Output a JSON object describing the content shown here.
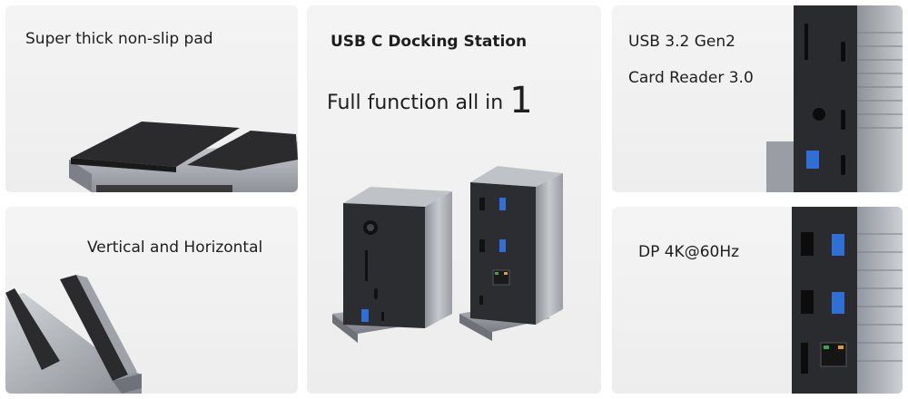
{
  "panels": {
    "pad": {
      "caption": "Super thick non-slip pad"
    },
    "vertical": {
      "caption": "Vertical and Horizontal"
    },
    "main": {
      "title": "USB C Docking Station",
      "subtitle": "Full function all in",
      "subtitle_number": "1"
    },
    "card_reader": {
      "line1": "USB 3.2 Gen2",
      "line2": "Card Reader 3.0"
    },
    "display": {
      "caption": "DP 4K@60Hz"
    }
  },
  "colors": {
    "aluminum": "#a9adb3",
    "pad_black": "#2b2b2d",
    "port_blue": "#2f6fd6",
    "ethernet_green": "#3aa655",
    "ethernet_amber": "#e0a21e"
  }
}
